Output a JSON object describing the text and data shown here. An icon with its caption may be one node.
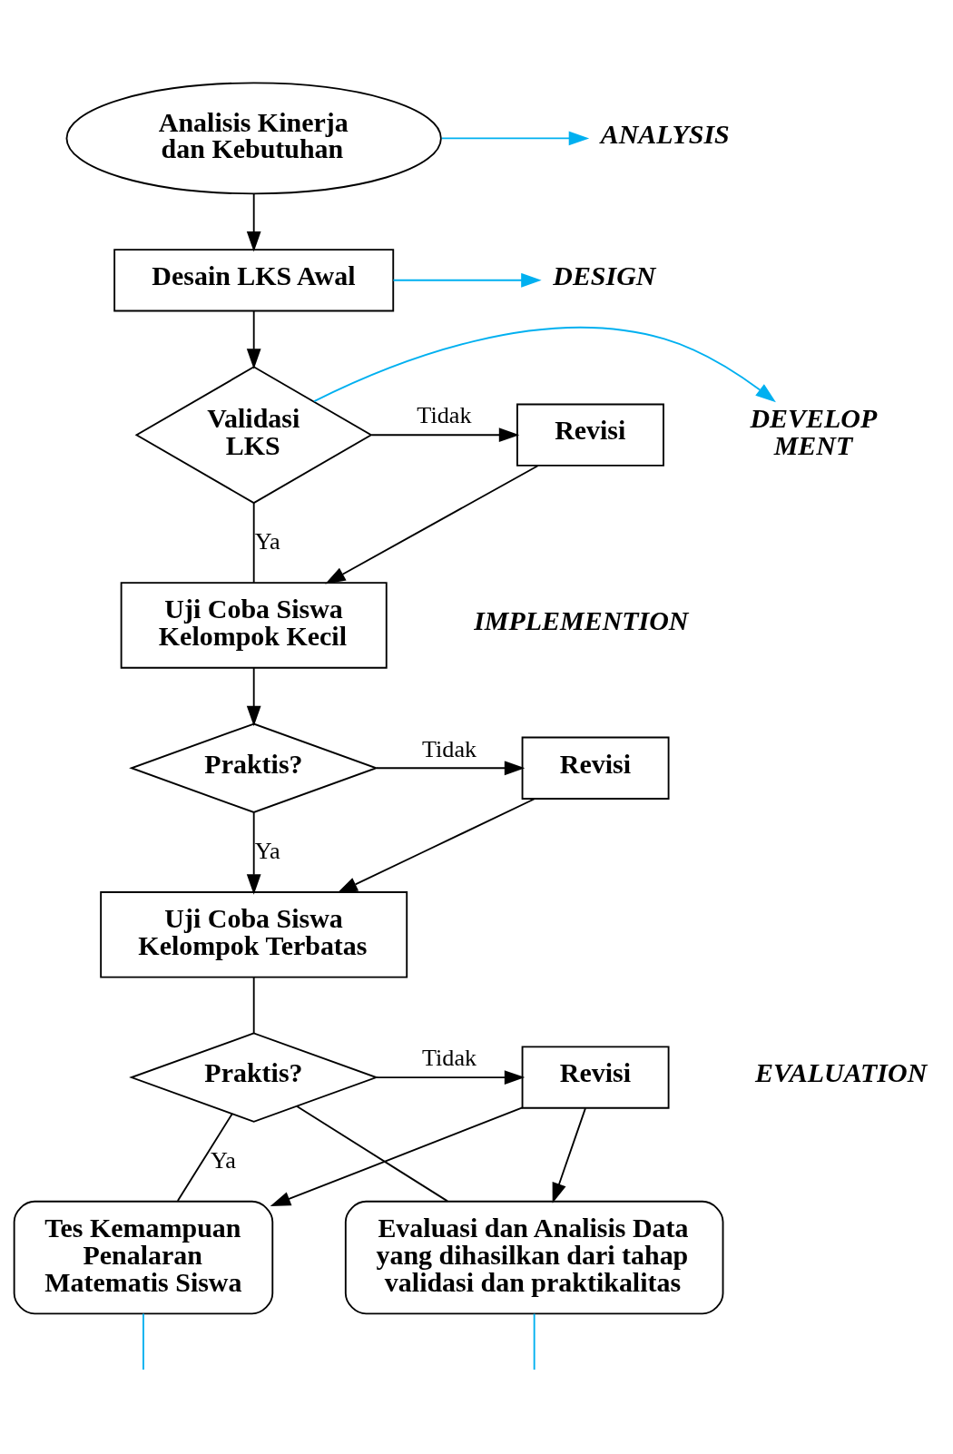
{
  "diagram": {
    "nodes": [
      {
        "text": [
          "Analisis Kinerja dan Kebutuhan"
        ]
      },
      {
        "text": [
          "ANALYSIS"
        ]
      },
      {
        "text": [
          "Desain LKS Awal"
        ]
      },
      {
        "text": [
          "DESIGN"
        ]
      },
      {
        "text": [
          "Validasi LKS"
        ]
      },
      {
        "text": [
          "DEVELOP MENT"
        ]
      },
      {
        "text": [
          "Revisi"
        ]
      },
      {
        "text": [
          "Uji Coba Siswa Kelompok Kecil"
        ]
      },
      {
        "text": [
          "Praktis?"
        ]
      },
      {
        "text": [
          "Revisi"
        ]
      },
      {
        "text": [
          "Uji Coba Siswa Kelompok Terbatas"
        ]
      },
      {
        "text": [
          "Praktis?"
        ]
      },
      {
        "text": [
          "Revisi"
        ]
      },
      {
        "text": [
          "Tes Kemampuan Penalaran Matematis Siswa"
        ]
      },
      {
        "text": [
          "Evaluasi dan Analisis Data yang dihasilkan dari tahap validasi dan praktikalitas"
        ]
      }
    ],
    "edges": [
      {
        "from": 0,
        "to": 1,
        "arrow": "to",
        "color": "#00b0f0"
      },
      {
        "from": 0,
        "to": 2,
        "arrow": "to"
      },
      {
        "from": 2,
        "to": 3,
        "arrow": "to",
        "color": "#00b0f0"
      },
      {
        "from": 2,
        "to": 4,
        "arrow": "to"
      },
      {
        "from": 4,
        "to": 5,
        "arrow": "to",
        "color": "#00b0f0"
      },
      {
        "from": 4,
        "to": 6,
        "arrow": "to",
        "label": "Tidak"
      },
      {
        "from": 6,
        "to": 7,
        "arrow": "to"
      },
      {
        "from": 4,
        "to": 7,
        "arrow": "none",
        "label": "Ya"
      },
      {
        "from": 7,
        "to": 8,
        "arrow": "to"
      },
      {
        "from": 8,
        "to": 9,
        "arrow": "to",
        "label": "Tidak"
      },
      {
        "from": 9,
        "to": 10,
        "arrow": "to"
      },
      {
        "from": 8,
        "to": 10,
        "arrow": "to",
        "label": "Ya"
      },
      {
        "from": 10,
        "to": 11,
        "arrow": "none"
      },
      {
        "from": 11,
        "to": 12,
        "arrow": "to",
        "label": "Tidak"
      },
      {
        "from": 12,
        "to": 13,
        "arrow": "to"
      },
      {
        "from": 12,
        "to": 14,
        "arrow": "to"
      },
      {
        "from": 11,
        "to": 13,
        "arrow": "none",
        "label": "Ya"
      },
      {
        "from": 11,
        "to": 14,
        "arrow": "none"
      },
      {
        "from": 13,
        "to": null,
        "arrow": "none",
        "color": "#00b0f0"
      },
      {
        "from": 14,
        "to": null,
        "arrow": "none",
        "color": "#00b0f0"
      }
    ],
    "labels": [
      "IMPLEMENTION",
      "EVALUATION"
    ]
  }
}
